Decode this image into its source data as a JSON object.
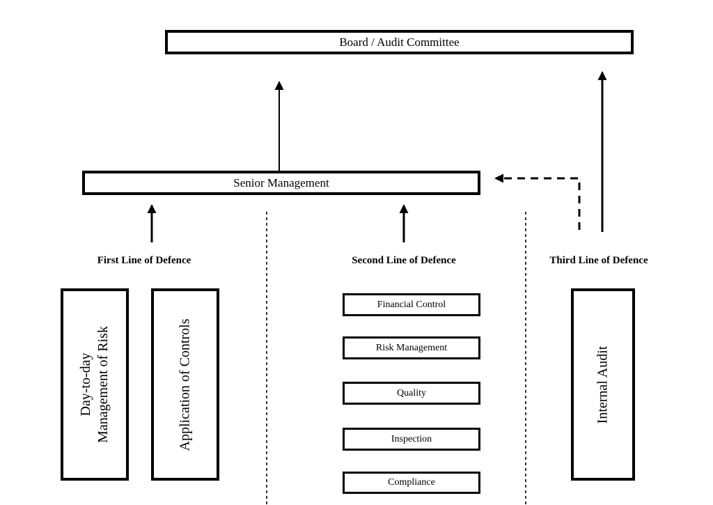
{
  "diagram": {
    "board_box": "Board / Audit Committee",
    "senior_box": "Senior Management",
    "first_line": {
      "label": "First Line of Defence",
      "box1_line1": "Day-to-day",
      "box1_line2": "Management of Risk",
      "box2": "Application of Controls"
    },
    "second_line": {
      "label": "Second Line of Defence",
      "boxes": [
        "Financial Control",
        "Risk Management",
        "Quality",
        "Inspection",
        "Compliance"
      ]
    },
    "third_line": {
      "label": "Third Line of Defence",
      "box": "Internal Audit"
    },
    "colors": {
      "ink": "#000000",
      "background": "#ffffff"
    }
  }
}
